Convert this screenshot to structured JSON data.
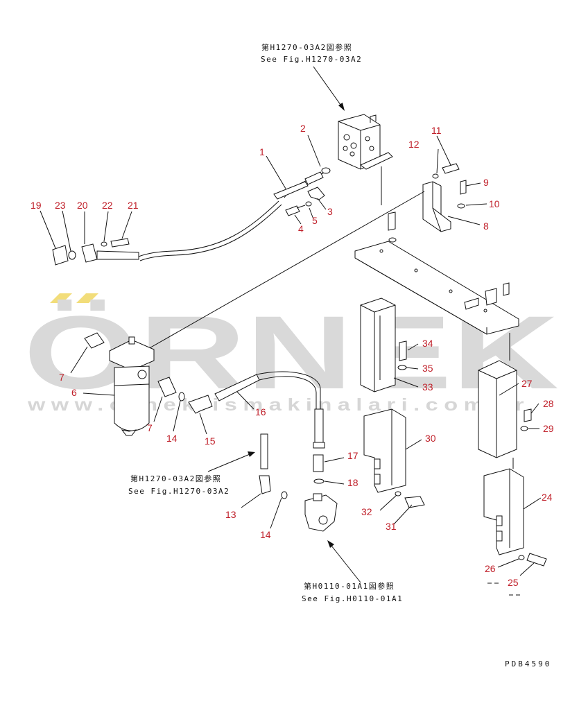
{
  "watermark": {
    "brand": "ÖRNEK",
    "url": "www.orneklismakinalari.com.tr",
    "accent_color": "#f2dd7a",
    "text_color": "#d9d9d9"
  },
  "references": {
    "top_jp": "第H1270-03A2図参照",
    "top_en": "See Fig.H1270-03A2",
    "mid_jp": "第H1270-03A2図参照",
    "mid_en": "See Fig.H1270-03A2",
    "bottom_jp": "第H0110-01A1図参照",
    "bottom_en": "See Fig.H0110-01A1"
  },
  "drawing_code": "PDB4590",
  "label_color": "#c0202a",
  "callouts": [
    "1",
    "2",
    "3",
    "4",
    "5",
    "6",
    "7",
    "7",
    "8",
    "9",
    "10",
    "11",
    "12",
    "13",
    "14",
    "14",
    "15",
    "16",
    "17",
    "18",
    "19",
    "20",
    "21",
    "22",
    "23",
    "24",
    "25",
    "26",
    "27",
    "28",
    "29",
    "30",
    "31",
    "32",
    "33",
    "34",
    "35"
  ]
}
